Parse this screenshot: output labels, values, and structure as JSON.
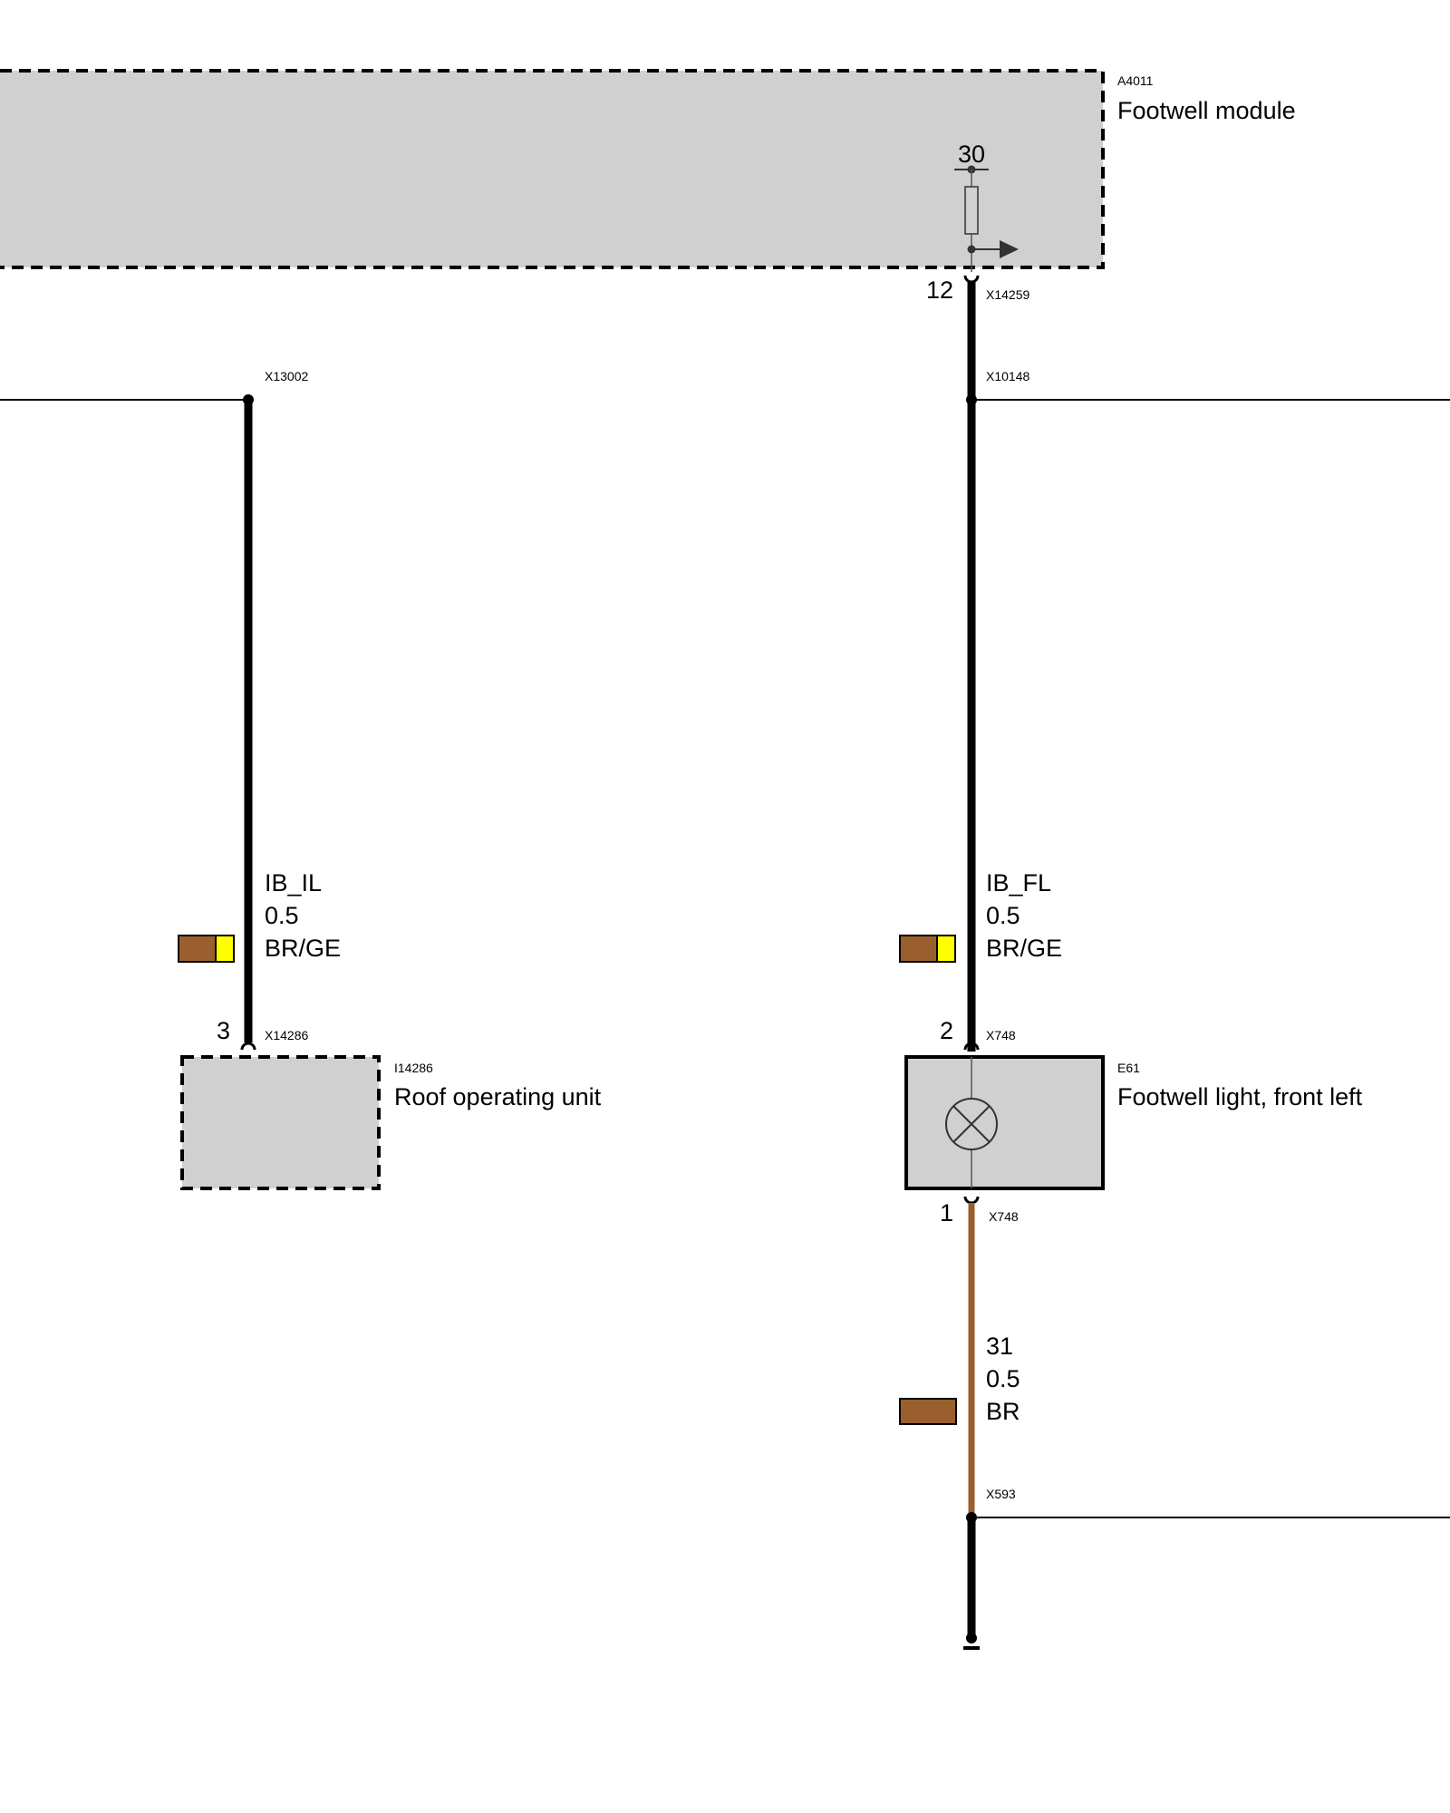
{
  "modules": {
    "footwell_module": {
      "code": "A4011",
      "name": "Footwell module"
    },
    "roof_unit": {
      "code": "I14286",
      "name": "Roof operating unit"
    },
    "footwell_light": {
      "code": "E61",
      "name": "Footwell light, front left"
    }
  },
  "terminal": {
    "label": "30"
  },
  "pins": {
    "fm_pin": "12",
    "roof_pin": "3",
    "light_pin_top": "2",
    "light_pin_bottom": "1"
  },
  "connectors": {
    "x14259": "X14259",
    "x13002": "X13002",
    "x10148": "X10148",
    "x14286": "X14286",
    "x748_top": "X748",
    "x748_bottom": "X748",
    "x593": "X593"
  },
  "wires": {
    "ib_il": {
      "signal": "IB_IL",
      "size": "0.5",
      "color_code": "BR/GE",
      "colors": [
        "#9a5f2e",
        "#ffff00"
      ]
    },
    "ib_fl": {
      "signal": "IB_FL",
      "size": "0.5",
      "color_code": "BR/GE",
      "colors": [
        "#9a5f2e",
        "#ffff00"
      ]
    },
    "ground": {
      "signal": "31",
      "size": "0.5",
      "color_code": "BR",
      "colors": [
        "#9a5f2e"
      ]
    }
  },
  "colors": {
    "module_fill": "#d0d0d0",
    "brown": "#9a5f2e",
    "yellow": "#ffff00",
    "line": "#000000"
  }
}
